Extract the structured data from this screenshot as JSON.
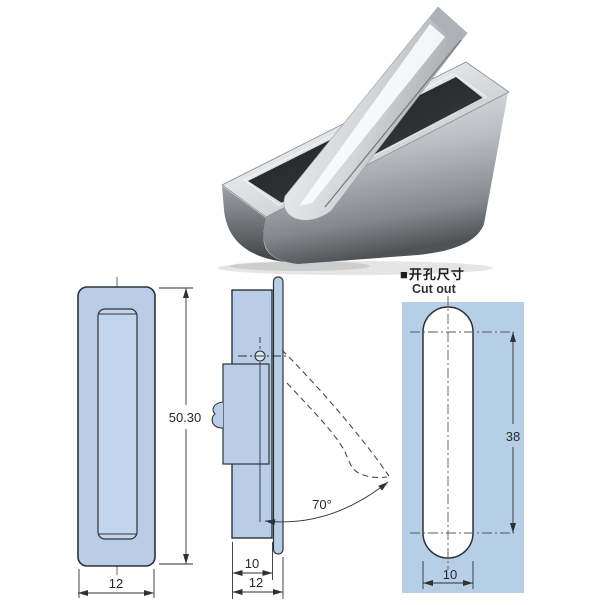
{
  "photo": {
    "subject": "chrome recessed flip pull handle, lever raised at angle from rectangular flush tray"
  },
  "front_view": {
    "height": "50.30",
    "width": "12"
  },
  "side_view": {
    "recess_depth": "10",
    "total_depth": "12",
    "open_angle": "70°"
  },
  "cutout_view": {
    "title_zh": "■开孔尺寸",
    "title_en": "Cut out",
    "slot_length": "38",
    "slot_width": "10"
  },
  "colors": {
    "drawing_fill": "#b9cde8",
    "panel_fill": "#b7cfe6",
    "line_color": "#2e3235",
    "chrome_light": "#f4f6f7",
    "chrome_dark": "#5a5e61",
    "opening_dark": "#17191b"
  }
}
